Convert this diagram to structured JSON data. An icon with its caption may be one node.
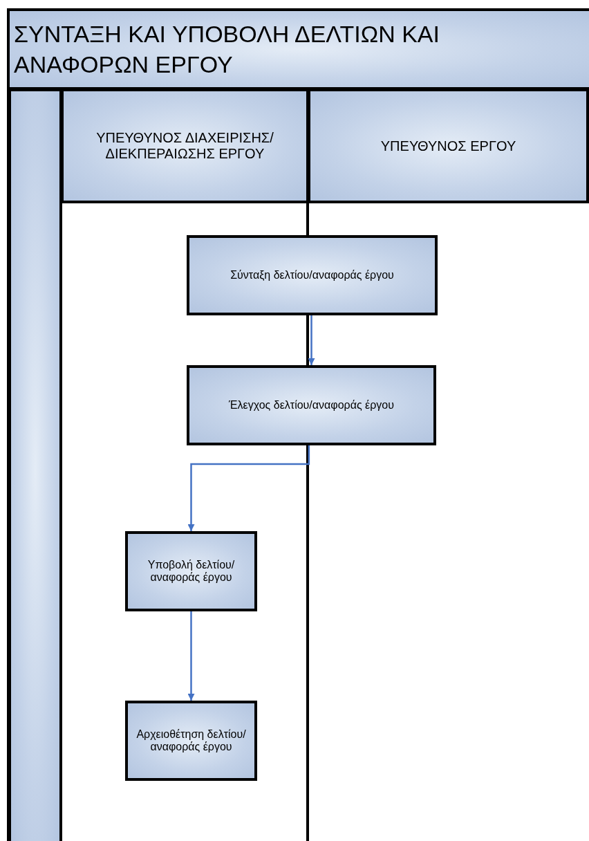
{
  "diagram": {
    "title": "ΣΥΝΤΑΞΗ ΚΑΙ ΥΠΟΒΟΛΗ ΔΕΛΤΙΩΝ ΚΑΙ ΑΝΑΦΟΡΩΝ ΕΡΓΟΥ",
    "nodes": [
      {
        "text": [],
        "shape": "bar"
      },
      {
        "text": [
          "ΥΠΕΥΘΥΝΟΣ ΔΙΑΧΕΙΡΙΣΗΣ/ ΔΙΕΚΠΕΡΑΙΩΣΗΣ ΕΡΓΟΥ"
        ]
      },
      {
        "text": [
          "ΥΠΕΥΘΥΝΟΣ ΕΡΓΟΥ"
        ]
      },
      {
        "text": [
          "Σύνταξη δελτίου/αναφοράς έργου"
        ]
      },
      {
        "text": [
          "Έλεγχος δελτίου/αναφοράς έργου"
        ]
      },
      {
        "text": [
          "Υποβολή δελτίου/ αναφοράς έργου"
        ]
      },
      {
        "text": [
          "Αρχειοθέτηση δελτίου/αναφοράς έργου"
        ]
      }
    ],
    "edges": [
      {
        "from": 3,
        "to": 4,
        "arrow": "to"
      },
      {
        "from": 4,
        "to": 5,
        "arrow": "to"
      },
      {
        "from": 5,
        "to": 6,
        "arrow": "to"
      }
    ]
  }
}
